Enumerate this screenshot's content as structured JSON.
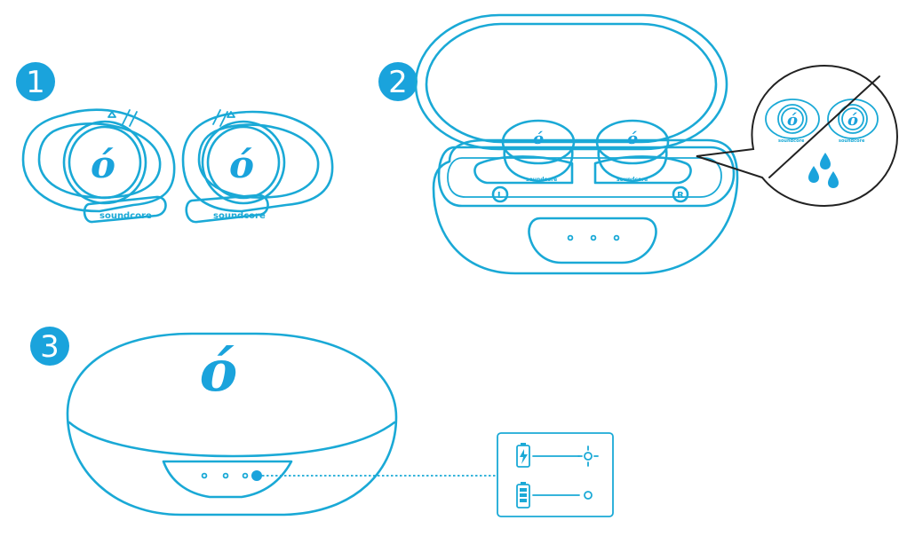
{
  "steps": [
    {
      "number": "1"
    },
    {
      "number": "2"
    },
    {
      "number": "3"
    }
  ],
  "brand_text": "soundcore",
  "side_labels": {
    "left": "L",
    "right": "R"
  },
  "logo_glyph": "ó",
  "icons": [
    "earbud-pair",
    "open-case",
    "no-water-callout",
    "water-drops-icon",
    "closed-case",
    "charging-battery-icon",
    "full-battery-icon",
    "blinking-light-icon",
    "solid-light-icon"
  ],
  "colors": {
    "accent": "#1aa9d6",
    "badge": "#1aa3dc"
  }
}
